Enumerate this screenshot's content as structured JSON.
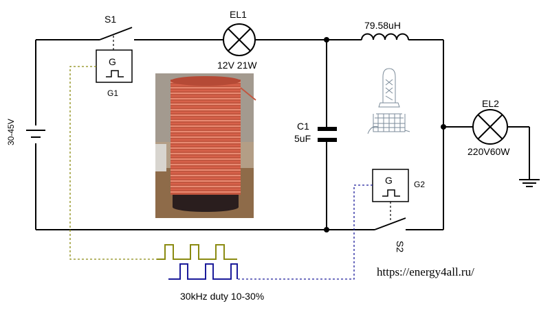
{
  "colors": {
    "wire": "#000000",
    "signal_g1": "#8a8a10",
    "signal_g2": "#1a1a9a",
    "coil_wire": "#d8614a",
    "coil_base": "#2a1e1e",
    "photo_bg": "#b39e86"
  },
  "components": {
    "s1": "S1",
    "el1": "EL1",
    "el1_rating": "12V 21W",
    "inductor": "79.58uH",
    "c1": "C1",
    "c1_value": "5uF",
    "el2": "EL2",
    "el2_rating": "220V60W",
    "s2": "S2",
    "g1_symbol": "G",
    "g1_label": "G1",
    "g2_symbol": "G",
    "g2_label": "G2",
    "battery": "30-45V"
  },
  "signal": {
    "caption": "30kHz  duty 10-30%"
  },
  "footer": {
    "url": "https://energy4all.ru/"
  },
  "icons": {
    "lamp": "lamp-icon",
    "ground": "ground-icon",
    "tesla_coil": "tesla-coil-sketch",
    "pulse": "pulse-icon"
  }
}
